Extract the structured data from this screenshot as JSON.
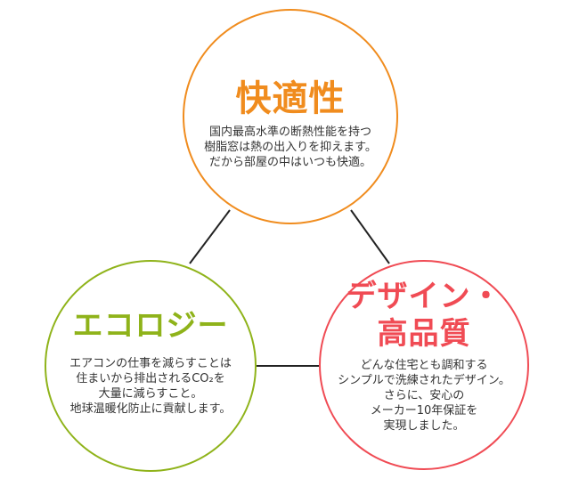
{
  "diagram": {
    "colors": {
      "comfort": "#f08c1e",
      "eco": "#8fb31a",
      "design": "#f04b54",
      "connector": "#222222"
    },
    "nodes": {
      "comfort": {
        "title": "快適性",
        "lines": [
          "国内最高水準の断熱性能を持つ",
          "樹脂窓は熱の出入りを抑えます。",
          "だから部屋の中はいつも快適。"
        ]
      },
      "eco": {
        "title": "エコロジー",
        "lines": [
          "エアコンの仕事を減らすことは",
          "住まいから排出されるCO₂を",
          "大量に減らすこと。",
          "地球温暖化防止に貢献します。"
        ]
      },
      "design": {
        "title_lines": [
          "デザイン・",
          "高品質"
        ],
        "lines": [
          "どんな住宅とも調和する",
          "シンプルで洗練されたデザイン。",
          "さらに、安心の",
          "メーカー10年保証を",
          "実現しました。"
        ]
      }
    }
  }
}
